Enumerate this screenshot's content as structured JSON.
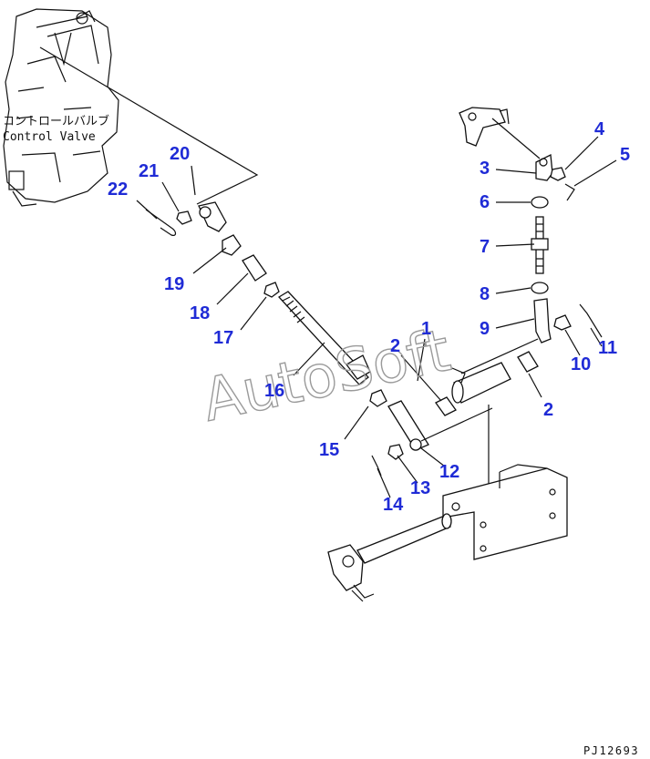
{
  "control_valve_label_jp": "コントロールバルブ",
  "control_valve_label_en": "Control Valve",
  "watermark": "AutoSoft",
  "drawing_code": "PJ12693",
  "callouts": {
    "c1": "1",
    "c2a": "2",
    "c2b": "2",
    "c3": "3",
    "c4": "4",
    "c5": "5",
    "c6": "6",
    "c7": "7",
    "c8": "8",
    "c9": "9",
    "c10": "10",
    "c11": "11",
    "c12": "12",
    "c13": "13",
    "c14": "14",
    "c15": "15",
    "c16": "16",
    "c17": "17",
    "c18": "18",
    "c19": "19",
    "c20": "20",
    "c21": "21",
    "c22": "22"
  }
}
